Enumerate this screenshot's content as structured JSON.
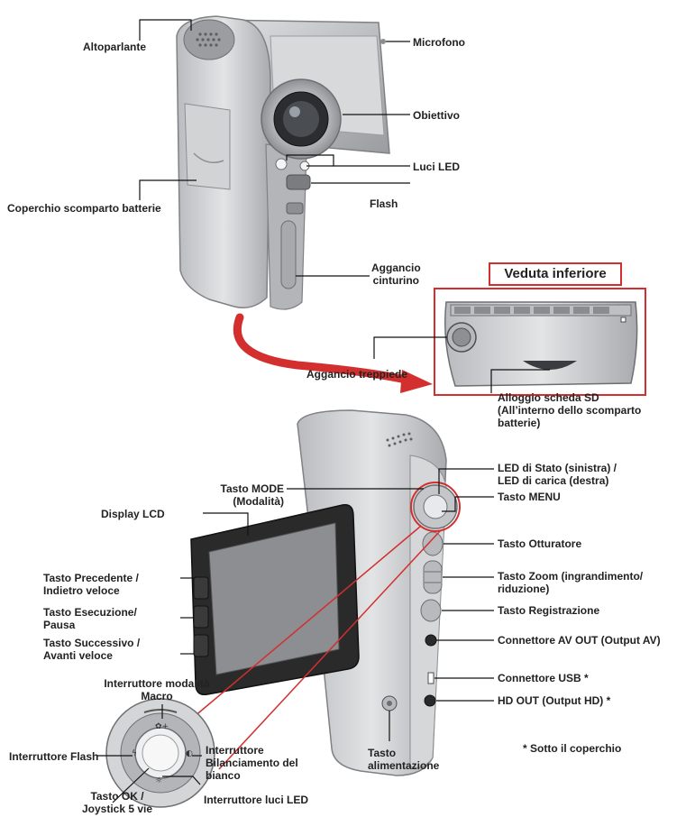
{
  "top_view": {
    "speaker": "Altoparlante",
    "microphone": "Microfono",
    "lens": "Obiettivo",
    "led_lights": "Luci LED",
    "flash": "Flash",
    "battery_cover": "Coperchio scomparto batterie",
    "strap_hook_1": "Aggancio",
    "strap_hook_2": "cinturino"
  },
  "bottom_view": {
    "title": "Veduta inferiore",
    "tripod": "Aggancio treppiede",
    "sd_1": "Alloggio scheda SD",
    "sd_2": "(All’interno dello scomparto",
    "sd_3": "batterie)"
  },
  "back_view": {
    "mode_1": "Tasto MODE",
    "mode_2": "(Modalità)",
    "status_led_1": "LED di Stato (sinistra) /",
    "status_led_2": "LED di carica (destra)",
    "menu": "Tasto MENU",
    "lcd": "Display LCD",
    "shutter": "Tasto Otturatore",
    "prev_1": "Tasto Precedente /",
    "prev_2": "Indietro veloce",
    "zoom_1": "Tasto Zoom (ingrandimento/",
    "zoom_2": "riduzione)",
    "play_1": "Tasto Esecuzione/",
    "play_2": "Pausa",
    "record": "Tasto Registrazione",
    "next_1": "Tasto Successivo /",
    "next_2": "Avanti veloce",
    "av_out": "Connettore AV OUT (Output AV)",
    "macro_1": "Interruttore modalità",
    "macro_2": "Macro",
    "usb": "Connettore USB *",
    "hd_out": "HD OUT (Output HD) *",
    "flash_switch": "Interruttore Flash",
    "wb_1": "Interruttore",
    "wb_2": "Bilanciamento del",
    "wb_3": "bianco",
    "note": "* Sotto il coperchio",
    "power_1": "Tasto",
    "power_2": "alimentazione",
    "ok_1": "Tasto OK /",
    "ok_2": "Joystick 5 vie",
    "led_switch": "Interruttore luci LED"
  },
  "colors": {
    "accent": "#d32f2f",
    "body": "#c9cbcd",
    "dark": "#2a2a2a"
  }
}
